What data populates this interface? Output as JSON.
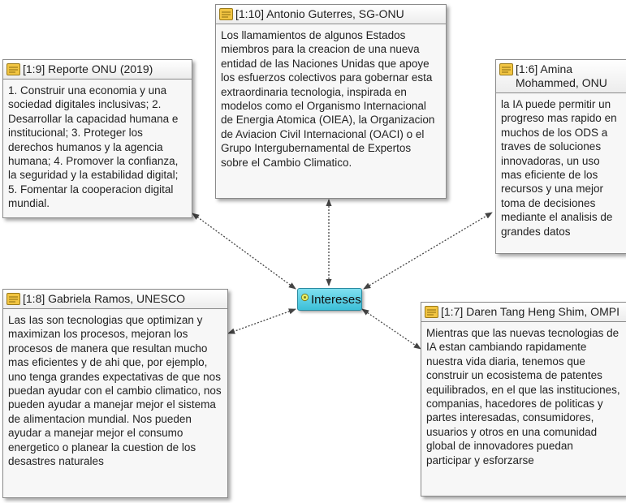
{
  "nodes": {
    "center": {
      "label": "Intereses"
    },
    "q110": {
      "title": "[1:10] Antonio Guterres, SG-ONU",
      "body": "Los llamamientos de algunos Estados miembros para la creacion de una nueva entidad de las Naciones Unidas que apoye los esfuerzos colectivos para gobernar esta extraordinaria tecnologia, inspirada en modelos como el Organismo Internacional de Energia Atomica (OIEA), la Organizacion de Aviacion Civil Internacional (OACI) o el Grupo Intergubernamental de Expertos sobre el Cambio Climatico."
    },
    "q19": {
      "title": "[1:9] Reporte ONU (2019)",
      "body": "1. Construir una economia y una sociedad digitales inclusivas; 2. Desarrollar la capacidad humana e institucional; 3. Proteger los derechos humanos y la agencia humana; 4. Promover la confianza, la seguridad y la estabilidad digital; 5. Fomentar la cooperacion digital mundial."
    },
    "q16": {
      "title": "[1:6] Amina Mohammed, ONU",
      "body": "la IA puede permitir un progreso mas rapido en muchos de los ODS a traves de soluciones innovadoras, un uso mas eficiente de los recursos y una mejor toma de decisiones mediante el analisis de grandes datos"
    },
    "q18": {
      "title": "[1:8] Gabriela Ramos, UNESCO",
      "body": "Las Ias son tecnologias que optimizan y maximizan los procesos, mejoran los procesos de manera que resultan mucho mas eficientes y de ahi que, por ejemplo, uno tenga grandes expectativas de que nos puedan ayudar con el cambio climatico, nos pueden ayudar a manejar mejor el sistema de alimentacion mundial. Nos pueden ayudar a manejar mejor el consumo energetico o planear la cuestion de los desastres naturales"
    },
    "q17": {
      "title": "[1:7] Daren Tang Heng Shim, OMPI",
      "body": "Mientras que las nuevas tecnologias de IA estan cambiando rapidamente nuestra vida diaria, tenemos que construir un ecosistema de patentes equilibrados, en el que las instituciones, companias, hacedores de politicas y partes interesadas, consumidores, usuarios y otros en una comunidad global de innovadores puedan participar y esforzarse"
    }
  },
  "edges": [
    {
      "from": "center",
      "to": "q110"
    },
    {
      "from": "center",
      "to": "q19"
    },
    {
      "from": "center",
      "to": "q16"
    },
    {
      "from": "center",
      "to": "q18"
    },
    {
      "from": "center",
      "to": "q17"
    }
  ],
  "colors": {
    "center_fill": "#4ccbe0",
    "quote_icon": "#f2c542",
    "edge": "#444444"
  },
  "icons": {
    "quote": "quotation-document-icon",
    "code": "code-node-icon"
  }
}
